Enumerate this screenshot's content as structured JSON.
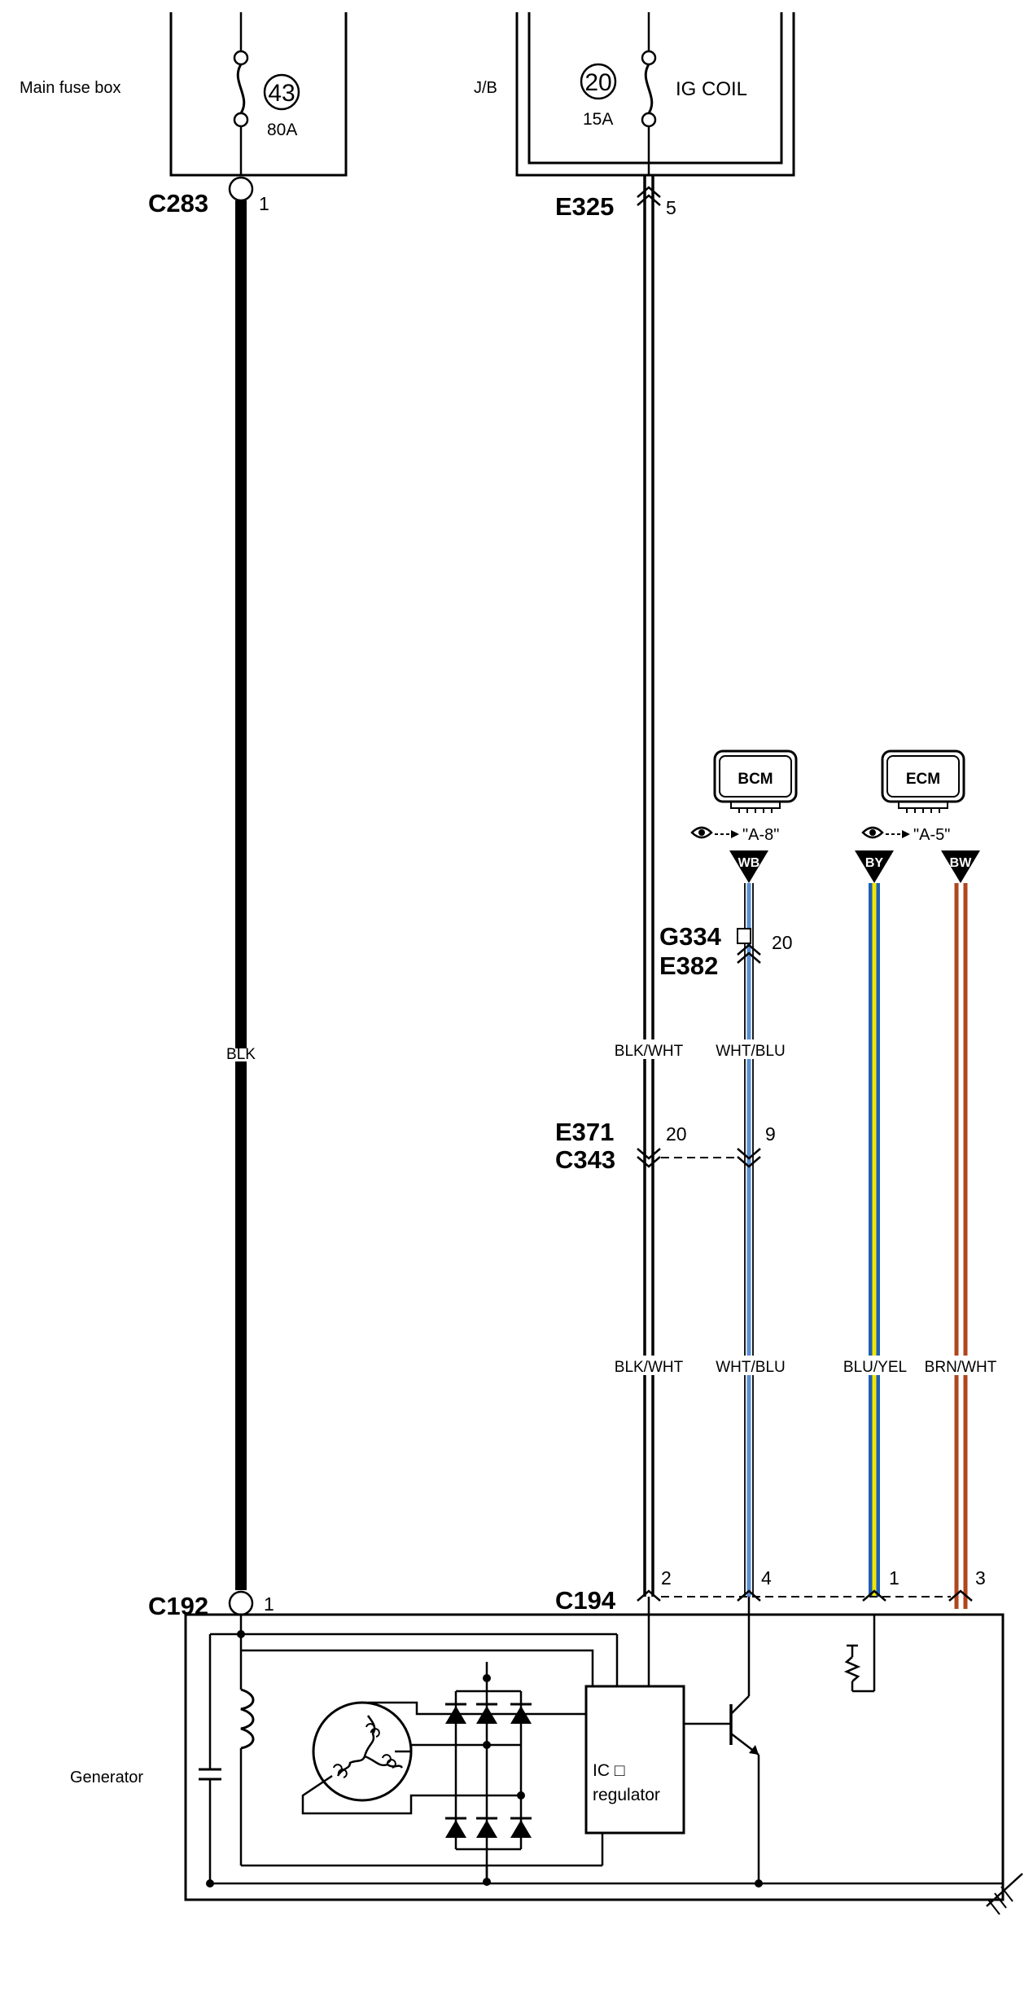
{
  "components": {
    "main_fuse_box": {
      "label": "Main fuse box",
      "fuse_number": "43",
      "fuse_rating": "80A"
    },
    "junction_block": {
      "label": "J/B",
      "fuse_number": "20",
      "fuse_rating": "15A",
      "circuit": "IG COIL"
    },
    "bcm": {
      "label": "BCM",
      "reference": "\"A-8\""
    },
    "ecm": {
      "label": "ECM",
      "reference": "\"A-5\""
    },
    "generator": {
      "label": "Generator",
      "ic_label": "IC □",
      "regulator_label": "regulator"
    }
  },
  "connectors": {
    "c283": {
      "name": "C283",
      "pin": "1"
    },
    "e325": {
      "name": "E325",
      "pin": "5"
    },
    "g334": {
      "name": "G334",
      "pin": "20"
    },
    "e382": {
      "name": "E382"
    },
    "e371": {
      "name": "E371",
      "pin_blkwht": "20",
      "pin_whtblu": "9"
    },
    "c343": {
      "name": "C343"
    },
    "c192": {
      "name": "C192",
      "pin": "1"
    },
    "c194": {
      "name": "C194",
      "pins": [
        "2",
        "4",
        "1",
        "3"
      ]
    }
  },
  "wires": {
    "blk": "BLK",
    "blk_wht_upper": "BLK/WHT",
    "wht_blu_upper": "WHT/BLU",
    "blk_wht_lower": "BLK/WHT",
    "wht_blu_lower": "WHT/BLU",
    "blu_yel": "BLU/YEL",
    "brn_wht": "BRN/WHT"
  },
  "tags": {
    "wb": "WB",
    "by": "BY",
    "bw": "BW"
  },
  "colors": {
    "ink": "#000000",
    "wht_blu_stripe": "#5b8fd6",
    "blu_yel_outer": "#1f5fb5",
    "blu_yel_inner": "#f2e600",
    "brn_wht": "#b0461c"
  }
}
